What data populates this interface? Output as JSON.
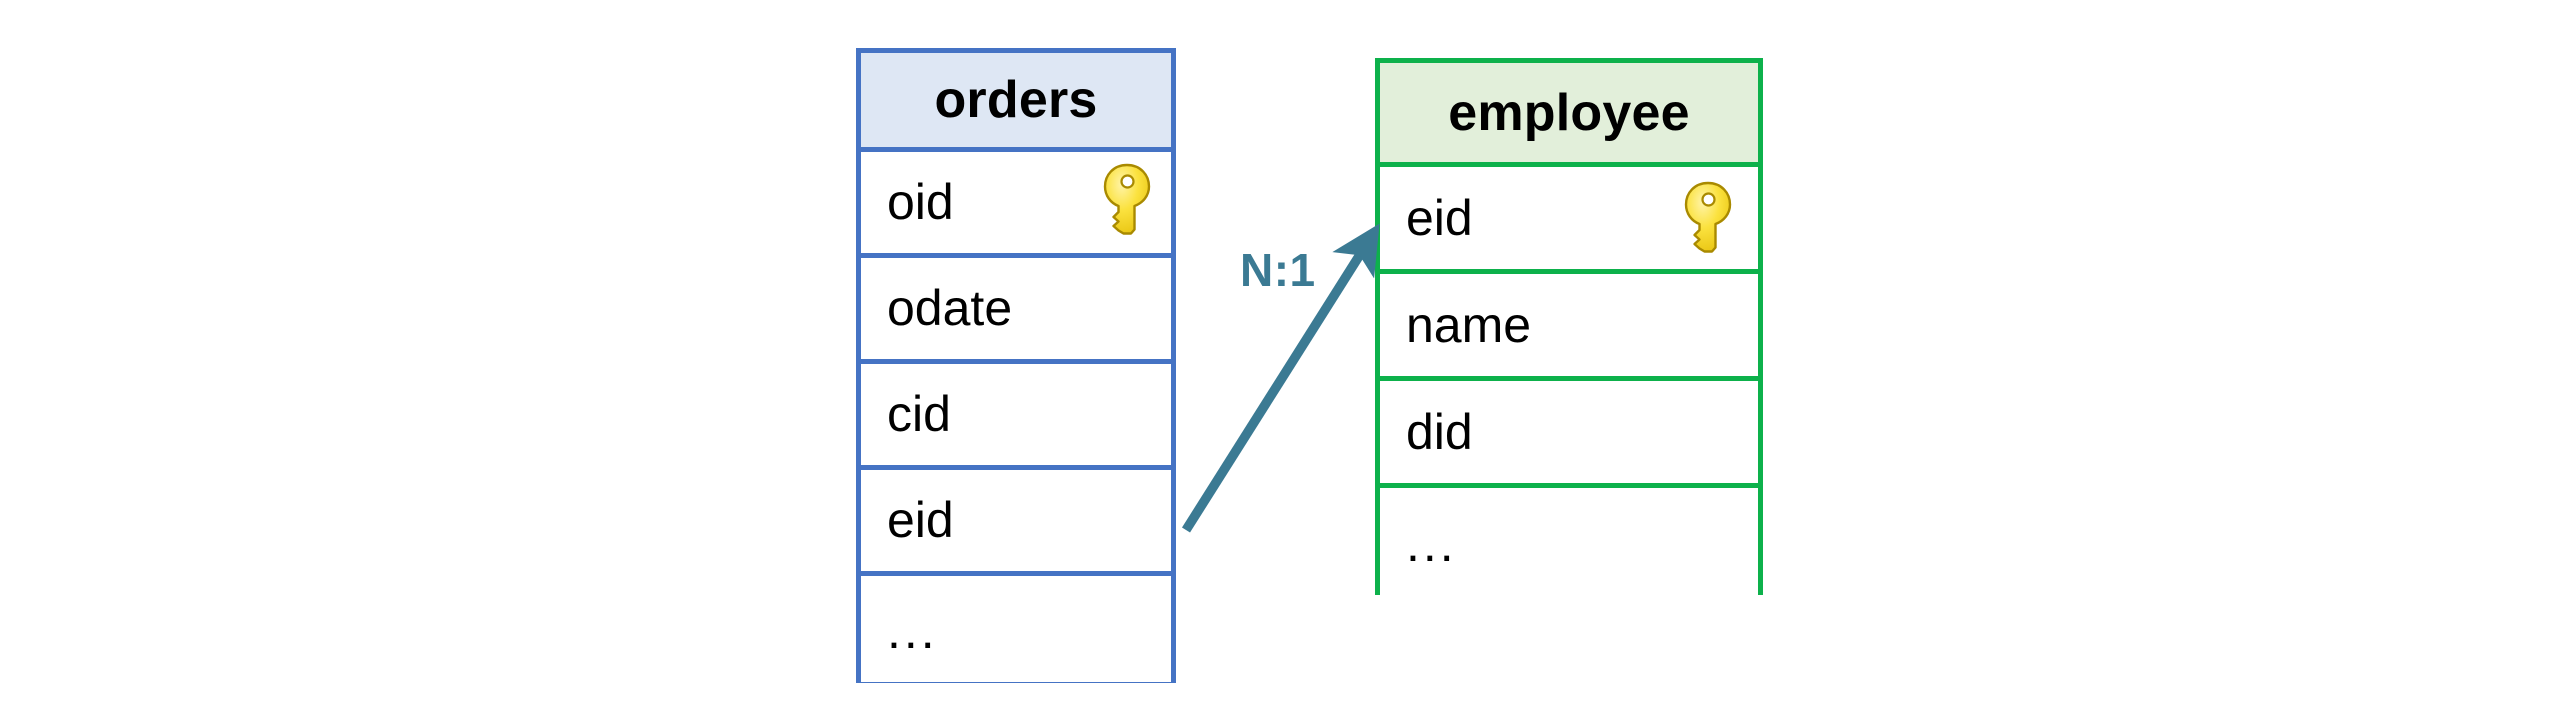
{
  "diagram": {
    "type": "entity-relationship-diagram",
    "background_color": "#FFFFFF",
    "entities": [
      {
        "id": "orders",
        "name": "orders",
        "border_color": "#4573C4",
        "header_fill": "#DEE7F4",
        "attributes": [
          {
            "label": "oid",
            "primary_key": true,
            "icon": "key-icon"
          },
          {
            "label": "odate",
            "primary_key": false,
            "icon": ""
          },
          {
            "label": "cid",
            "primary_key": false,
            "icon": ""
          },
          {
            "label": "eid",
            "primary_key": false,
            "icon": ""
          },
          {
            "label": "...",
            "primary_key": false,
            "icon": ""
          }
        ]
      },
      {
        "id": "employee",
        "name": "employee",
        "border_color": "#0DB14B",
        "header_fill": "#E2EFDA",
        "attributes": [
          {
            "label": "eid",
            "primary_key": true,
            "icon": "key-icon"
          },
          {
            "label": "name",
            "primary_key": false,
            "icon": ""
          },
          {
            "label": "did",
            "primary_key": false,
            "icon": ""
          },
          {
            "label": "...",
            "primary_key": false,
            "icon": ""
          }
        ]
      }
    ],
    "relationship": {
      "cardinality_label": "N:1",
      "color": "#3B7A93",
      "from_entity": "orders",
      "from_attribute": "eid",
      "to_entity": "employee",
      "to_attribute": "eid",
      "arrow_direction": "orders-to-employee"
    }
  }
}
